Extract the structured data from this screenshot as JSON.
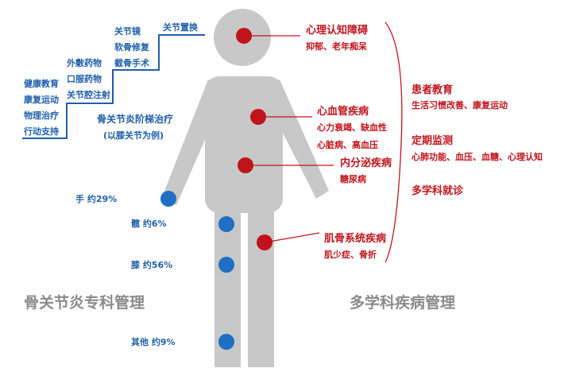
{
  "ladder": {
    "title": "骨关节炎阶梯治疗",
    "subtitle": "(以膝关节为例)",
    "step1": [
      "健康教育",
      "康复运动",
      "物理治疗",
      "行动支持"
    ],
    "step2": [
      "外敷药物",
      "口服药物",
      "关节腔注射"
    ],
    "step3": [
      "关节镜",
      "软骨修复",
      "截骨手术"
    ],
    "step4": [
      "关节置换"
    ]
  },
  "joints": [
    {
      "label": "手 约29%"
    },
    {
      "label": "髋 约6%"
    },
    {
      "label": "膝 约56%"
    },
    {
      "label": "其他 约9%"
    }
  ],
  "diseases": [
    {
      "title": "心理认知障碍",
      "lines": [
        "抑郁、老年痴呆"
      ]
    },
    {
      "title": "心血管疾病",
      "lines": [
        "心力衰竭、缺血性",
        "心脏病、高血压"
      ]
    },
    {
      "title": "内分泌疾病",
      "lines": [
        "糖尿病"
      ]
    },
    {
      "title": "肌骨系统疾病",
      "lines": [
        "肌少症、骨折"
      ]
    }
  ],
  "management": [
    {
      "title": "患者教育",
      "detail": "生活习惯改善、康复运动"
    },
    {
      "title": "定期监测",
      "detail": "心肺功能、血压、血糖、心理认知"
    },
    {
      "title": "多学科就诊"
    }
  ],
  "footer": {
    "left": "骨关节炎专科管理",
    "right": "多学科疾病管理"
  },
  "colors": {
    "blue": "#1f5fa8",
    "red": "#c0141c",
    "body": "#c8c8c8"
  }
}
